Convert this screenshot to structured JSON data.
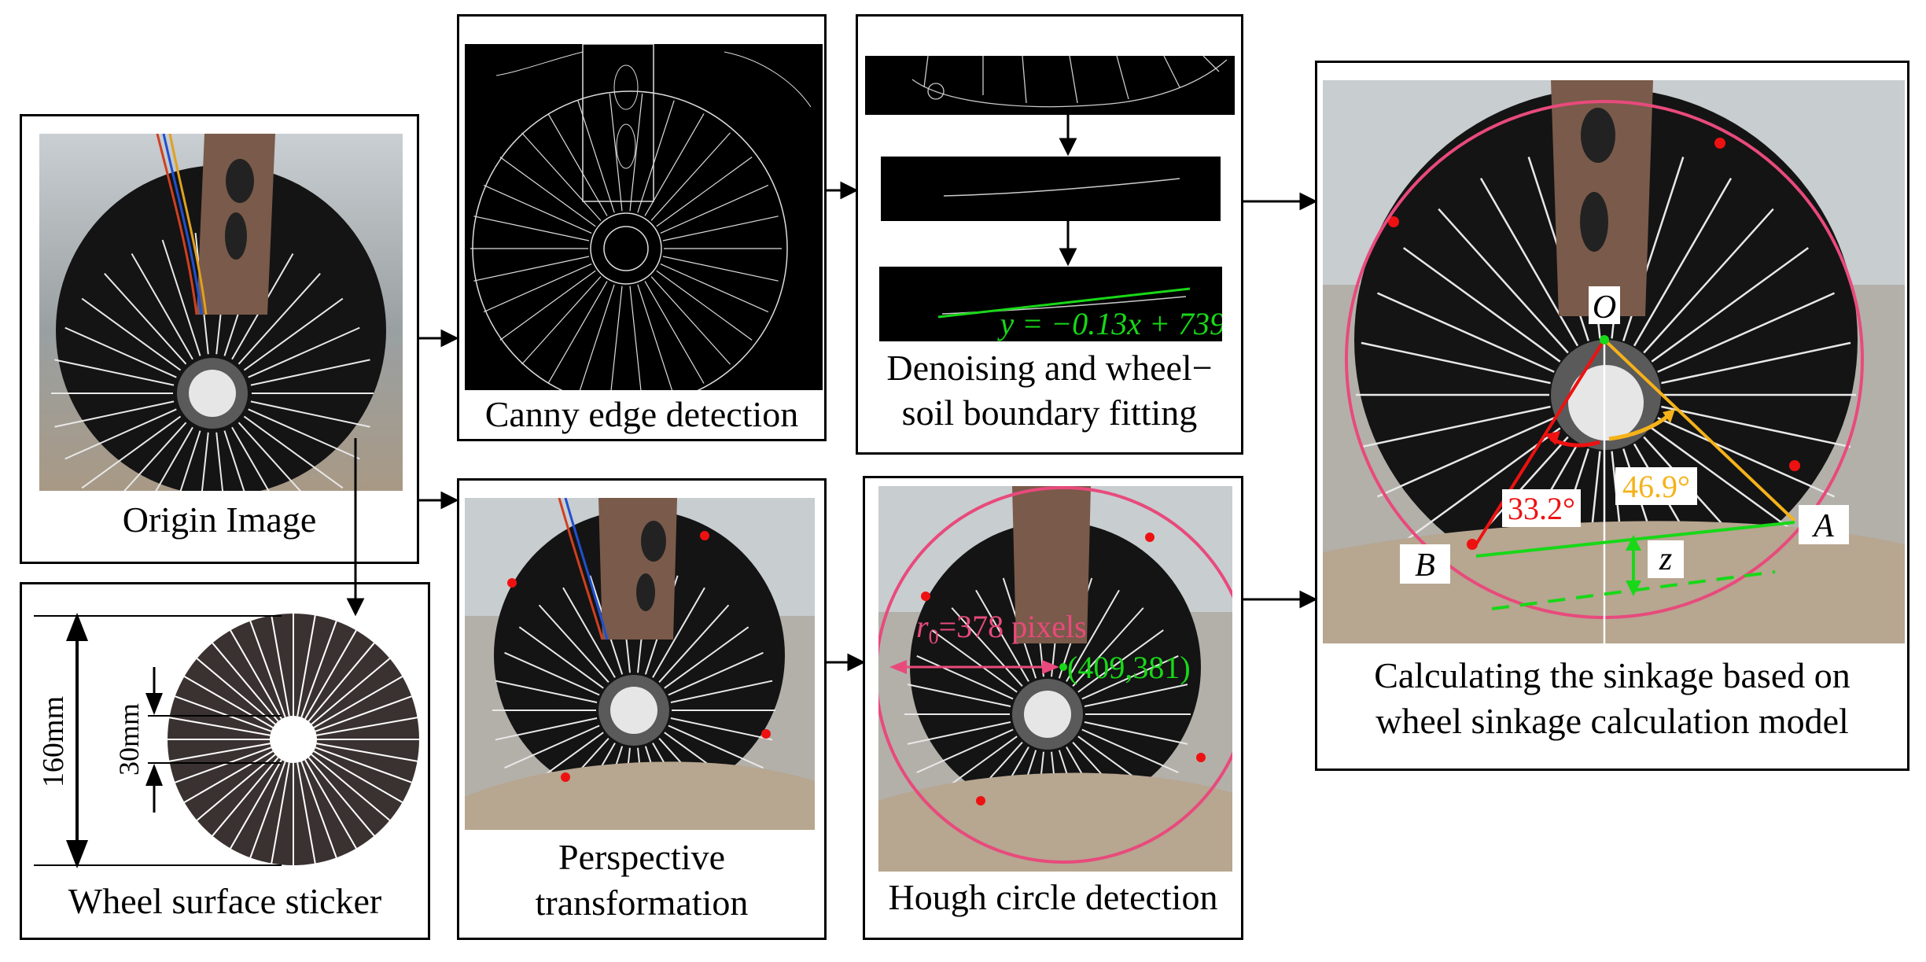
{
  "panels": {
    "origin": {
      "caption": "Origin Image"
    },
    "canny": {
      "caption": "Canny edge detection"
    },
    "denoise": {
      "caption_line1": "Denoising and wheel−",
      "caption_line2": "soil boundary fitting",
      "equation": "y = −0.13x + 739"
    },
    "sticker": {
      "caption": "Wheel surface sticker",
      "dim_outer": "160mm",
      "dim_inner": "30mm"
    },
    "perspective": {
      "caption_line1": "Perspective",
      "caption_line2": "transformation"
    },
    "hough": {
      "caption": "Hough circle detection",
      "radius_label": "r",
      "radius_sub": "0",
      "radius_value": "=378 pixels",
      "center_label": "(409,381)"
    },
    "sinkage": {
      "caption_line1": "Calculating the sinkage based on",
      "caption_line2": "wheel sinkage calculation model",
      "label_O": "O",
      "label_A": "A",
      "label_B": "B",
      "label_z": "z",
      "angle_red": "33.2°",
      "angle_orange": "46.9°"
    }
  },
  "colors": {
    "green": "#18d818",
    "pink": "#e84a7c",
    "red": "#ee1111",
    "orange": "#f5b21a"
  }
}
